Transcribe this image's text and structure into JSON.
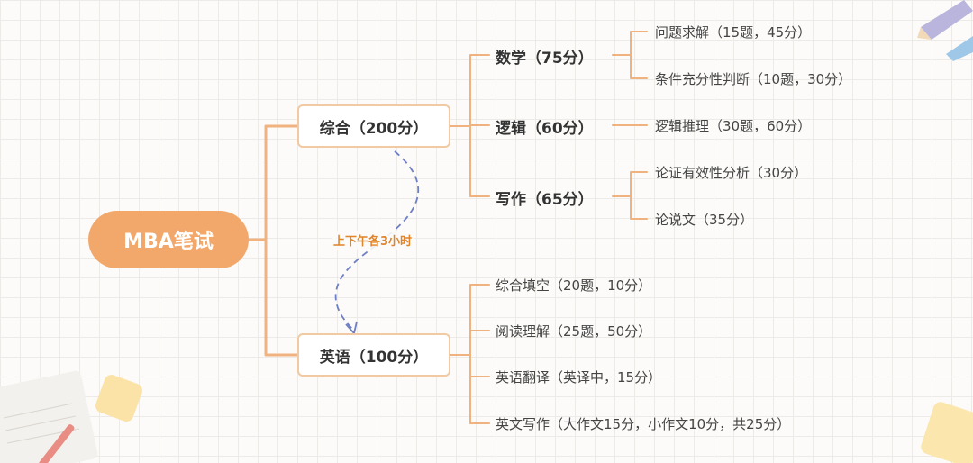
{
  "root": {
    "label": "MBA笔试"
  },
  "branches": [
    {
      "label": "综合（200分）",
      "subjects": [
        {
          "label": "数学（75分）",
          "items": [
            "问题求解（15题，45分）",
            "条件充分性判断（10题，30分）"
          ]
        },
        {
          "label": "逻辑（60分）",
          "items": [
            "逻辑推理（30题，60分）"
          ]
        },
        {
          "label": "写作（65分）",
          "items": [
            "论证有效性分析（30分）",
            "论说文（35分）"
          ]
        }
      ]
    },
    {
      "label": "英语（100分）",
      "items": [
        "综合填空（20题，10分）",
        "阅读理解（25题，50分）",
        "英语翻译（英译中，15分）",
        "英文写作（大作文15分，小作文10分，共25分）"
      ]
    }
  ],
  "connector_note": "上下午各3小时",
  "colors": {
    "accent": "#f2a86b",
    "line": "#f0b27e",
    "border": "#f1c9a2",
    "dash": "#6f7fc6",
    "note": "#e0852b"
  }
}
